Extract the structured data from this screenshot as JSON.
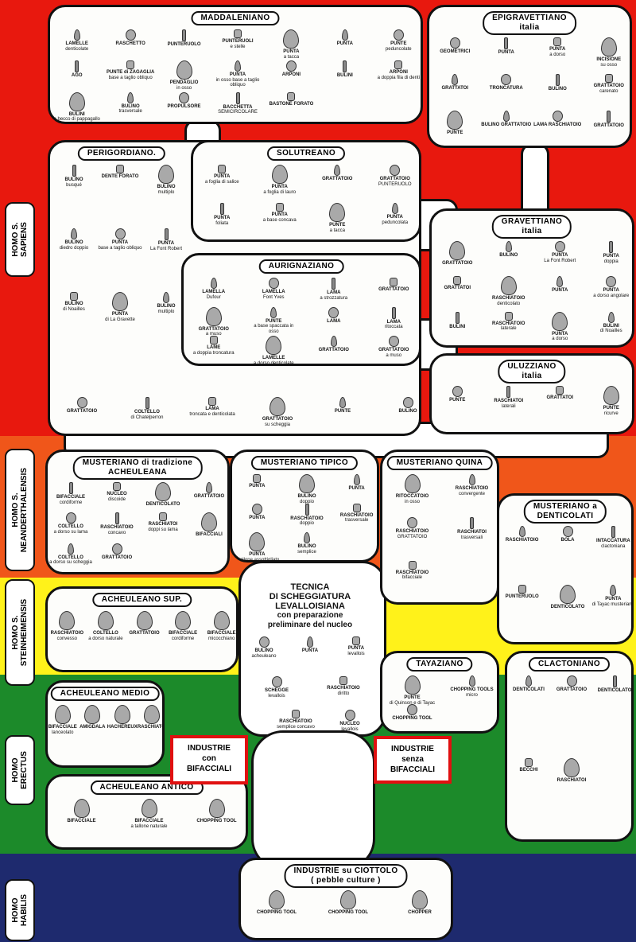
{
  "species": [
    {
      "label": "HOMO S. SAPIENS",
      "line1": "HOMO S.",
      "line2": "SAPIENS",
      "color": "#e8180e"
    },
    {
      "label": "HOMO S. NEANDERTHALENSIS",
      "line1": "HOMO S.",
      "line2": "NEANDERTHALENSIS",
      "color": "#f0561a"
    },
    {
      "label": "HOMO S. STEINHEIMENSIS",
      "line1": "HOMO S.",
      "line2": "STEINHEIMENSIS",
      "color": "#fff21a"
    },
    {
      "label": "HOMO ERECTUS",
      "line1": "HOMO",
      "line2": "ERECTUS",
      "color": "#1c8a2a"
    },
    {
      "label": "HOMO HABILIS",
      "line1": "HOMO",
      "line2": "HABILIS",
      "color": "#1e2a6e"
    }
  ],
  "panels": {
    "maddaleniano": {
      "title": "MADDALENIANO",
      "items": [
        {
          "label": "LAMELLE",
          "sub": "denticolate"
        },
        {
          "label": "RASCHETTO",
          "sub": ""
        },
        {
          "label": "PUNTERUOLO",
          "sub": ""
        },
        {
          "label": "PUNTERUOLI",
          "sub": "e stelle"
        },
        {
          "label": "PUNTA",
          "sub": "a tacca"
        },
        {
          "label": "PUNTA",
          "sub": ""
        },
        {
          "label": "PUNTE",
          "sub": "peduncolate"
        },
        {
          "label": "AGO",
          "sub": ""
        },
        {
          "label": "PUNTE di ZAGAGLIA",
          "sub": "base a taglio obliquo"
        },
        {
          "label": "PENDAGLIO",
          "sub": "in osso"
        },
        {
          "label": "PUNTA",
          "sub": "in osso base a taglio obliquo"
        },
        {
          "label": "ARPONI",
          "sub": ""
        },
        {
          "label": "BULINI",
          "sub": ""
        },
        {
          "label": "ARPONI",
          "sub": "a doppia fila di denti"
        },
        {
          "label": "BULINI",
          "sub": "a becco di pappagallo"
        },
        {
          "label": "BULINO",
          "sub": "trasversale"
        },
        {
          "label": "PROPULSORE",
          "sub": ""
        },
        {
          "label": "BACCHETTA",
          "sub": "SEMICIRCOLARE"
        },
        {
          "label": "BASTONE FORATO",
          "sub": ""
        }
      ]
    },
    "epigravettiano": {
      "title": "EPIGRAVETTIANO",
      "subtitle": "italia",
      "items": [
        {
          "label": "GEOMETRICI",
          "sub": ""
        },
        {
          "label": "PUNTA",
          "sub": ""
        },
        {
          "label": "PUNTA",
          "sub": "a dorso"
        },
        {
          "label": "INCISIONE",
          "sub": "su osso"
        },
        {
          "label": "GRATTATOI",
          "sub": ""
        },
        {
          "label": "TRONCATURA",
          "sub": ""
        },
        {
          "label": "BULINO",
          "sub": ""
        },
        {
          "label": "GRATTATOIO",
          "sub": "carenato"
        },
        {
          "label": "PUNTE",
          "sub": ""
        },
        {
          "label": "BULINO GRATTATOIO",
          "sub": ""
        },
        {
          "label": "LAMA RASCHIATOIO",
          "sub": ""
        },
        {
          "label": "GRATTATOIO",
          "sub": ""
        }
      ]
    },
    "perigordiano": {
      "title": "PERIGORDIANO.",
      "items": [
        {
          "label": "BULINO",
          "sub": "busqué"
        },
        {
          "label": "DENTE FORATO",
          "sub": ""
        },
        {
          "label": "BULINO",
          "sub": "multiplo"
        },
        {
          "label": "BULINO",
          "sub": "diedro doppio"
        },
        {
          "label": "PUNTA",
          "sub": "base a taglio obliquo"
        },
        {
          "label": "PUNTA",
          "sub": "La Font Robert"
        },
        {
          "label": "BULINO",
          "sub": "di Noailles"
        },
        {
          "label": "PUNTA",
          "sub": "di La Gravette"
        },
        {
          "label": "BULINO",
          "sub": "multiplo"
        },
        {
          "label": "GRATTATOIO",
          "sub": ""
        },
        {
          "label": "COLTELLO",
          "sub": "di Chatelperron"
        },
        {
          "label": "LAMA",
          "sub": "troncata e denticolata"
        },
        {
          "label": "GRATTATOIO",
          "sub": "su scheggia"
        },
        {
          "label": "PUNTE",
          "sub": ""
        },
        {
          "label": "BULINO",
          "sub": ""
        }
      ]
    },
    "solutreano": {
      "title": "SOLUTREANO",
      "items": [
        {
          "label": "PUNTA",
          "sub": "a foglia di salice"
        },
        {
          "label": "PUNTA",
          "sub": "a foglia di lauro"
        },
        {
          "label": "GRATTATOIO",
          "sub": ""
        },
        {
          "label": "GRATTATOIO",
          "sub": "PUNTERUOLO"
        },
        {
          "label": "PUNTA",
          "sub": "foliata"
        },
        {
          "label": "PUNTA",
          "sub": "a base concava"
        },
        {
          "label": "PUNTE",
          "sub": "a tacca"
        },
        {
          "label": "PUNTA",
          "sub": "peduncolata"
        }
      ]
    },
    "gravettiano": {
      "title": "GRAVETTIANO",
      "subtitle": "italia",
      "items": [
        {
          "label": "GRATTATOIO",
          "sub": ""
        },
        {
          "label": "BULINO",
          "sub": ""
        },
        {
          "label": "PUNTA",
          "sub": "La Font Robert"
        },
        {
          "label": "PUNTA",
          "sub": "doppia"
        },
        {
          "label": "GRATTATOI",
          "sub": ""
        },
        {
          "label": "RASCHIATOIO",
          "sub": "denticolato"
        },
        {
          "label": "PUNTA",
          "sub": ""
        },
        {
          "label": "PUNTA",
          "sub": "a dorso angolare"
        },
        {
          "label": "BULINI",
          "sub": ""
        },
        {
          "label": "RASCHIATOIO",
          "sub": "laterale"
        },
        {
          "label": "PUNTA",
          "sub": "a dorso"
        },
        {
          "label": "BULINI",
          "sub": "di Noailles"
        }
      ]
    },
    "aurignaziano": {
      "title": "AURIGNAZIANO",
      "items": [
        {
          "label": "LAMELLA",
          "sub": "Dufour"
        },
        {
          "label": "LAMELLA",
          "sub": "Font Yves"
        },
        {
          "label": "LAMA",
          "sub": "a strozzatura"
        },
        {
          "label": "GRATTATOIO",
          "sub": ""
        },
        {
          "label": "GRATTATOIO",
          "sub": "a muso"
        },
        {
          "label": "PUNTE",
          "sub": "a base spaccata in osso"
        },
        {
          "label": "LAMA",
          "sub": ""
        },
        {
          "label": "LAMA",
          "sub": "ritoccata"
        },
        {
          "label": "LAME",
          "sub": "a doppia troncatura"
        },
        {
          "label": "LAMELLE",
          "sub": "a dorso denticolate"
        },
        {
          "label": "GRATTATOIO",
          "sub": ""
        },
        {
          "label": "GRATTATOIO",
          "sub": "a muso"
        }
      ]
    },
    "uluzziano": {
      "title": "ULUZZIANO",
      "subtitle": "italia",
      "items": [
        {
          "label": "PUNTE",
          "sub": ""
        },
        {
          "label": "RASCHIATOI",
          "sub": "laterali"
        },
        {
          "label": "GRATTATOI",
          "sub": ""
        },
        {
          "label": "PUNTE",
          "sub": "ricurve"
        }
      ]
    },
    "musteriano_acheuleana": {
      "title": "MUSTERIANO di tradizione",
      "subtitle": "ACHEULEANA",
      "items": [
        {
          "label": "BIFACCIALE",
          "sub": "cordiforme"
        },
        {
          "label": "NUCLEO",
          "sub": "discoide"
        },
        {
          "label": "DENTICOLATO",
          "sub": ""
        },
        {
          "label": "GRATTATOIO",
          "sub": ""
        },
        {
          "label": "COLTELLO",
          "sub": "a dorso su lama"
        },
        {
          "label": "RASCHIATOIO",
          "sub": "concavo"
        },
        {
          "label": "RASCHIATOI",
          "sub": "doppi su lama"
        },
        {
          "label": "BIFACCIALI",
          "sub": ""
        },
        {
          "label": "COLTELLO",
          "sub": "a dorso su scheggia"
        },
        {
          "label": "GRATTATOIO",
          "sub": ""
        }
      ]
    },
    "musteriano_tipico": {
      "title": "MUSTERIANO TIPICO",
      "items": [
        {
          "label": "PUNTA",
          "sub": ""
        },
        {
          "label": "BULINO",
          "sub": "doppio"
        },
        {
          "label": "PUNTA",
          "sub": ""
        },
        {
          "label": "PUNTA",
          "sub": ""
        },
        {
          "label": "RASCHIATOIO",
          "sub": "doppio"
        },
        {
          "label": "RASCHIATOIO",
          "sub": "trasversale"
        },
        {
          "label": "PUNTA",
          "sub": "a tallone assottigliato"
        },
        {
          "label": "BULINO",
          "sub": "semplice"
        }
      ]
    },
    "musteriano_quina": {
      "title": "MUSTERIANO QUINA",
      "items": [
        {
          "label": "RITOCCATOIO",
          "sub": "in osso"
        },
        {
          "label": "RASCHIATOIO",
          "sub": "convergente"
        },
        {
          "label": "RASCHIATOIO",
          "sub": "GRATTATOIO"
        },
        {
          "label": "RASCHIATOI",
          "sub": "trasversali"
        },
        {
          "label": "RASCHIATOIO",
          "sub": "bifacciale"
        }
      ]
    },
    "musteriano_denticolati": {
      "title": "MUSTERIANO a",
      "subtitle": "DENTICOLATI",
      "items": [
        {
          "label": "RASCHIATOIO",
          "sub": ""
        },
        {
          "label": "BOLA",
          "sub": ""
        },
        {
          "label": "INTACCATURA",
          "sub": "clactoniana"
        },
        {
          "label": "PUNTERUOLO",
          "sub": ""
        },
        {
          "label": "DENTICOLATO",
          "sub": ""
        },
        {
          "label": "PUNTA",
          "sub": "di Tayac musteriana"
        }
      ]
    },
    "acheuleano_sup": {
      "title": "ACHEULEANO SUP.",
      "items": [
        {
          "label": "RASCHIATOIO",
          "sub": "convesso"
        },
        {
          "label": "COLTELLO",
          "sub": "a dorso naturale"
        },
        {
          "label": "GRATTATOIO",
          "sub": ""
        },
        {
          "label": "BIFACCIALE",
          "sub": "cordiforme"
        },
        {
          "label": "BIFACCIALE",
          "sub": "micocchiano"
        }
      ]
    },
    "acheuleano_medio": {
      "title": "ACHEULEANO MEDIO",
      "items": [
        {
          "label": "BIFACCIALE",
          "sub": "lanceolato"
        },
        {
          "label": "AMIGDALA",
          "sub": ""
        },
        {
          "label": "HACHEREUX",
          "sub": ""
        },
        {
          "label": "RASCHIATOI",
          "sub": ""
        }
      ]
    },
    "acheuleano_antico": {
      "title": "ACHEULEANO ANTICO",
      "items": [
        {
          "label": "BIFACCIALE",
          "sub": ""
        },
        {
          "label": "BIFACCIALE",
          "sub": "a tallone naturale"
        },
        {
          "label": "CHOPPING TOOL",
          "sub": ""
        }
      ]
    },
    "tayaziano": {
      "title": "TAYAZIANO",
      "items": [
        {
          "label": "PUNTE",
          "sub": "di Quinson e di Tayac"
        },
        {
          "label": "CHOPPING TOOLS",
          "sub": "micro"
        },
        {
          "label": "CHOPPING TOOL",
          "sub": ""
        }
      ]
    },
    "clactoniano": {
      "title": "CLACTONIANO",
      "items": [
        {
          "label": "DENTICOLATI",
          "sub": ""
        },
        {
          "label": "GRATTATOIO",
          "sub": ""
        },
        {
          "label": "DENTICOLATO",
          "sub": ""
        },
        {
          "label": "BECCHI",
          "sub": ""
        },
        {
          "label": "RASCHIATOI",
          "sub": ""
        }
      ]
    },
    "ciottolo": {
      "title": "INDUSTRIE su CIOTTOLO",
      "subtitle": "( pebble culture )",
      "items": [
        {
          "label": "CHOPPING TOOL",
          "sub": ""
        },
        {
          "label": "CHOPPING TOOL",
          "sub": ""
        },
        {
          "label": "CHOPPER",
          "sub": ""
        }
      ]
    }
  },
  "tecnica": {
    "lines": [
      "TECNICA",
      "DI SCHEGGIATURA",
      "LEVALLOISIANA",
      "con preparazione",
      "preliminare del nucleo"
    ],
    "items": [
      {
        "label": "BULINO",
        "sub": "acheuleano"
      },
      {
        "label": "PUNTA",
        "sub": ""
      },
      {
        "label": "PUNTA",
        "sub": "levallois"
      },
      {
        "label": "SCHEGGE",
        "sub": "levallois"
      },
      {
        "label": "RASCHIATOIO",
        "sub": "diritto"
      },
      {
        "label": "NUCLEO",
        "sub": "levallois"
      },
      {
        "label": "RASCHIATOIO",
        "sub": "semplice concavo"
      }
    ]
  },
  "boxes": {
    "con": {
      "l1": "INDUSTRIE",
      "l2": "con",
      "l3": "BIFACCIALI"
    },
    "senza": {
      "l1": "INDUSTRIE",
      "l2": "senza",
      "l3": "BIFACCIALI"
    }
  }
}
